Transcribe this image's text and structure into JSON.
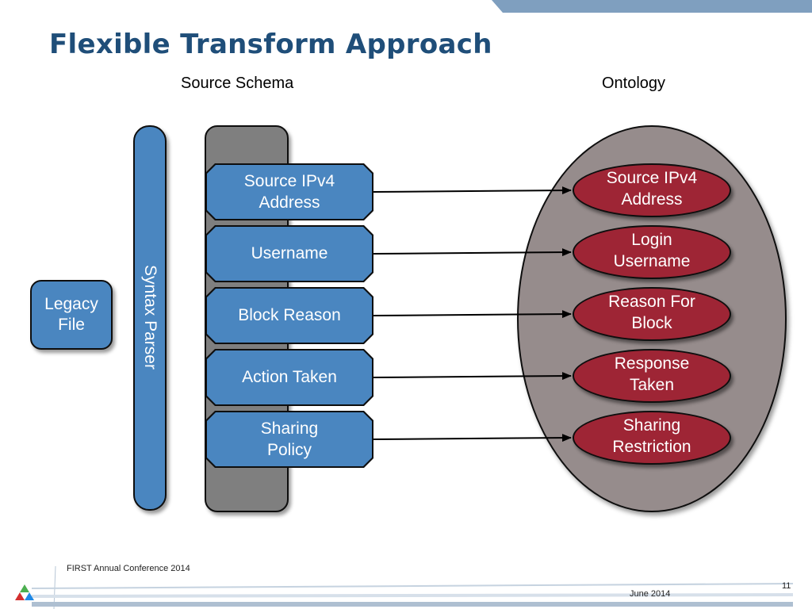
{
  "title": "Flexible Transform Approach",
  "labels": {
    "source_schema": "Source Schema",
    "ontology": "Ontology"
  },
  "legacy_file": "Legacy\nFile",
  "syntax_parser": "Syntax Parser",
  "source_fields": [
    "Source IPv4\nAddress",
    "Username",
    "Block Reason",
    "Action Taken",
    "Sharing\nPolicy"
  ],
  "ontology_fields": [
    "Source IPv4\nAddress",
    "Login\nUsername",
    "Reason For\nBlock",
    "Response\nTaken",
    "Sharing\nRestriction"
  ],
  "footer": {
    "conference": "FIRST Annual Conference 2014",
    "date": "June 2014",
    "page": "11"
  },
  "colors": {
    "title": "#1f4e79",
    "blue_box": "#4a86c0",
    "red_node": "#9e2535",
    "ellipse": "#968c8c",
    "schema_bg": "#7f7f7f"
  }
}
